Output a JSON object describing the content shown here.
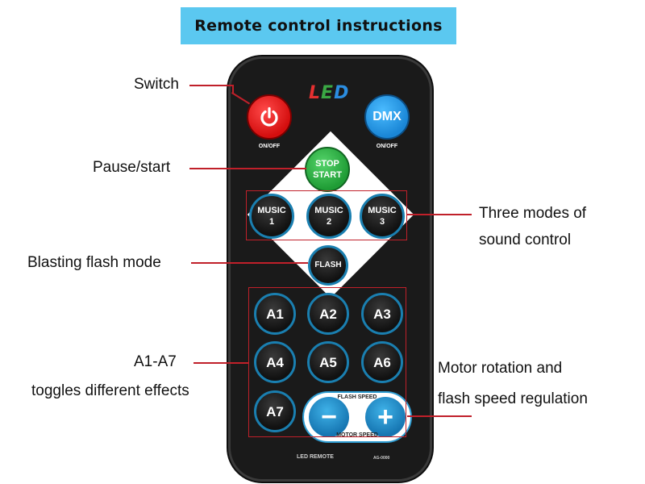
{
  "title": "Remote control instructions",
  "remote": {
    "logo": [
      "L",
      "E",
      "D"
    ],
    "power_caption": "ON/OFF",
    "dmx_label": "DMX",
    "dmx_caption": "ON/OFF",
    "stop_start": [
      "STOP",
      "START"
    ],
    "music_buttons": [
      {
        "top": "MUSIC",
        "bottom": "1"
      },
      {
        "top": "MUSIC",
        "bottom": "2"
      },
      {
        "top": "MUSIC",
        "bottom": "3"
      }
    ],
    "flash_label": "FLASH",
    "effect_buttons": [
      "A1",
      "A2",
      "A3",
      "A4",
      "A5",
      "A6",
      "A7"
    ],
    "flash_speed_label": "FLASH SPEED",
    "motor_speed_label": "MOTOR SPEED",
    "minus_label": "−",
    "plus_label": "+",
    "bottom_text": "LED  REMOTE",
    "model_text": "AG-0000"
  },
  "annotations": {
    "switch": "Switch",
    "pause_start": "Pause/start",
    "sound_modes_line1": "Three modes of",
    "sound_modes_line2": "sound control",
    "blasting_flash": "Blasting flash mode",
    "effects_line1": "A1-A7",
    "effects_line2": "toggles different effects",
    "motor_line1": "Motor rotation and",
    "motor_line2": "flash speed regulation"
  },
  "colors": {
    "banner": "#5bc8f0",
    "leader_line": "#c0202a",
    "power": "#e01818",
    "dmx": "#1f8fe0",
    "stop_start": "#2aaa3f",
    "button_ring": "#1a7fb0"
  },
  "icons": {
    "power": "power-icon"
  }
}
